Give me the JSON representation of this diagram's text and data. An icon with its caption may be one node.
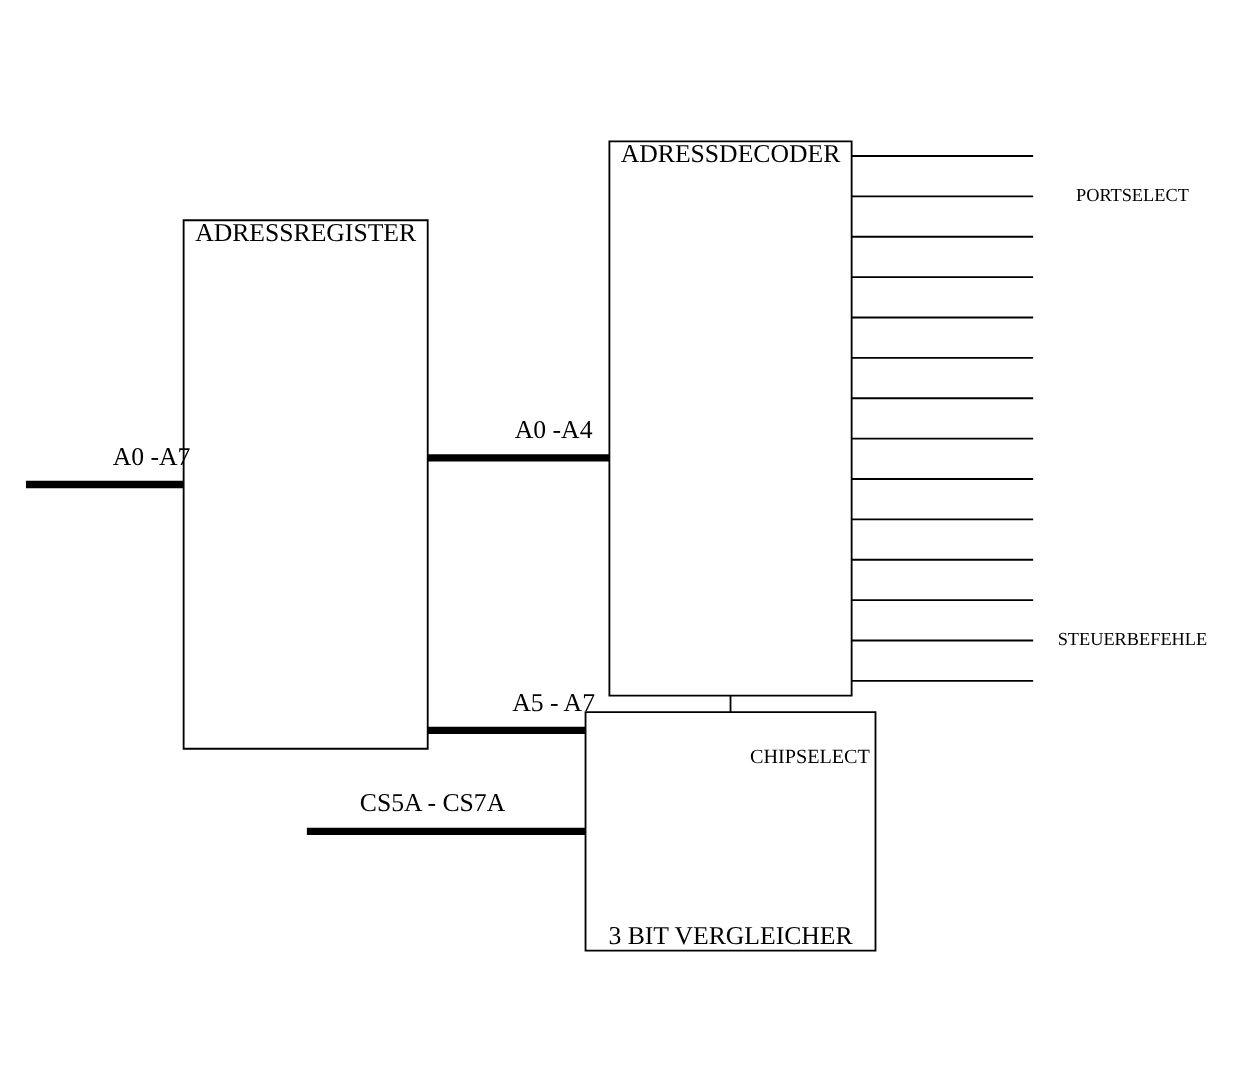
{
  "diagram": {
    "nodes": [
      {
        "text": [
          "ADRESSREGISTER"
        ]
      },
      {
        "text": [
          "ADRESSDECODER"
        ]
      },
      {
        "text": [
          "3 BIT VERGLEICHER"
        ]
      }
    ],
    "edges": [
      {
        "from": null,
        "to": 0,
        "arrow": "none",
        "label": "A0 -A7",
        "style": "thick"
      },
      {
        "from": 0,
        "to": 1,
        "arrow": "none",
        "label": "A0 -A4",
        "style": "thick"
      },
      {
        "from": 0,
        "to": 2,
        "arrow": "none",
        "label": "A5 - A7",
        "style": "thick"
      },
      {
        "from": null,
        "to": 2,
        "arrow": "none",
        "label": "CS5A - CS7A",
        "style": "thick"
      },
      {
        "from": 1,
        "to": 2,
        "arrow": "none",
        "label": "CHIPSELECT"
      },
      {
        "from": 1,
        "to": null,
        "arrow": "none"
      },
      {
        "from": 1,
        "to": null,
        "arrow": "none",
        "label": "PORTSELECT"
      },
      {
        "from": 1,
        "to": null,
        "arrow": "none"
      },
      {
        "from": 1,
        "to": null,
        "arrow": "none"
      },
      {
        "from": 1,
        "to": null,
        "arrow": "none"
      },
      {
        "from": 1,
        "to": null,
        "arrow": "none"
      },
      {
        "from": 1,
        "to": null,
        "arrow": "none"
      },
      {
        "from": 1,
        "to": null,
        "arrow": "none"
      },
      {
        "from": 1,
        "to": null,
        "arrow": "none"
      },
      {
        "from": 1,
        "to": null,
        "arrow": "none"
      },
      {
        "from": 1,
        "to": null,
        "arrow": "none"
      },
      {
        "from": 1,
        "to": null,
        "arrow": "none"
      },
      {
        "from": 1,
        "to": null,
        "arrow": "none",
        "label": "STEUERBEFEHLE"
      },
      {
        "from": 1,
        "to": null,
        "arrow": "none"
      }
    ]
  }
}
